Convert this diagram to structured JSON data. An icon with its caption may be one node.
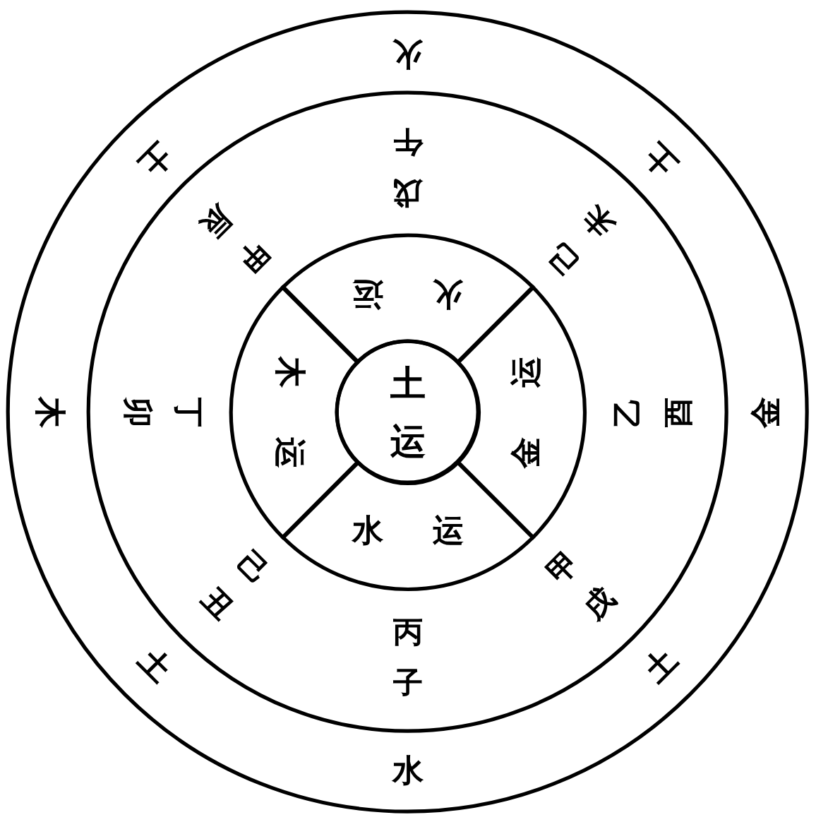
{
  "diagram": {
    "nodes": [
      {
        "text": [
          "火",
          "土",
          "土",
          "木",
          "金",
          "土",
          "土",
          "水"
        ]
      },
      {
        "text": [
          "戊午",
          "甲辰",
          "己未",
          "丁卯",
          "乙酉",
          "己丑",
          "甲戌",
          "丙子"
        ],
        "in": 0
      },
      {
        "text": [
          "火运"
        ],
        "in": 1
      },
      {
        "text": [
          "木运"
        ],
        "in": 1
      },
      {
        "text": [
          "土运"
        ],
        "in": 1
      },
      {
        "text": [
          "金运"
        ],
        "in": 1
      },
      {
        "text": [
          "水运"
        ],
        "in": 1
      }
    ]
  }
}
